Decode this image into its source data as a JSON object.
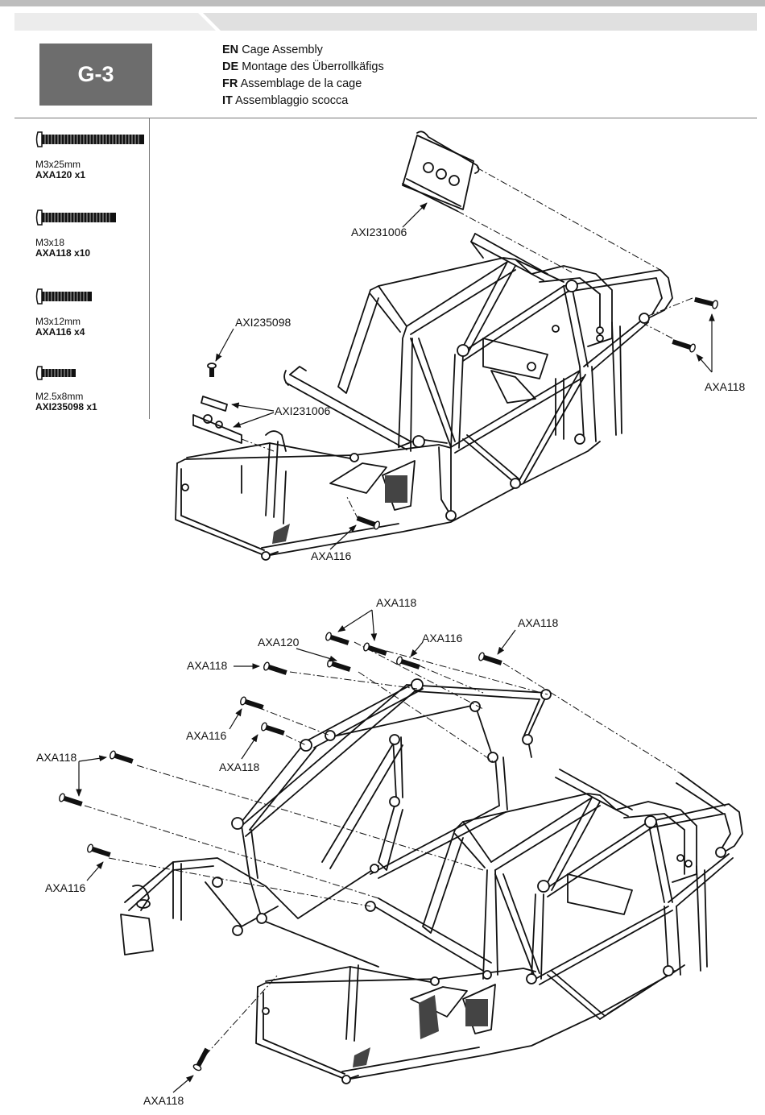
{
  "step": "G-3",
  "titles": [
    {
      "lang": "EN",
      "text": "Cage Assembly"
    },
    {
      "lang": "DE",
      "text": "Montage des Überrollkäfigs"
    },
    {
      "lang": "FR",
      "text": "Assemblage de la cage"
    },
    {
      "lang": "IT",
      "text": "Assemblaggio scocca"
    }
  ],
  "parts": [
    {
      "size": "M3x25mm",
      "code": "AXA120 x1"
    },
    {
      "size": "M3x18",
      "code": "AXA118 x10"
    },
    {
      "size": "M3x12mm",
      "code": "AXA116 x4"
    },
    {
      "size": "M2.5x8mm",
      "code": "AXI235098 x1"
    }
  ],
  "callouts": {
    "top_axi231006_a": "AXI231006",
    "top_axi235098": "AXI235098",
    "top_axi231006_b": "AXI231006",
    "top_axa118": "AXA118",
    "top_axa116": "AXA116",
    "b_axa118_top": "AXA118",
    "b_axa116_top": "AXA116",
    "b_axa118_right": "AXA118",
    "b_axa120": "AXA120",
    "b_axa118_left": "AXA118",
    "b_axa116_mid": "AXA116",
    "b_axa118_mid": "AXA118",
    "b_axa118_far": "AXA118",
    "b_axa116_low": "AXA116",
    "b_axa118_bottom": "AXA118"
  },
  "colors": {
    "step_box": "#6d6d6d",
    "tab": "#e6e6e6",
    "ink": "#111111"
  }
}
